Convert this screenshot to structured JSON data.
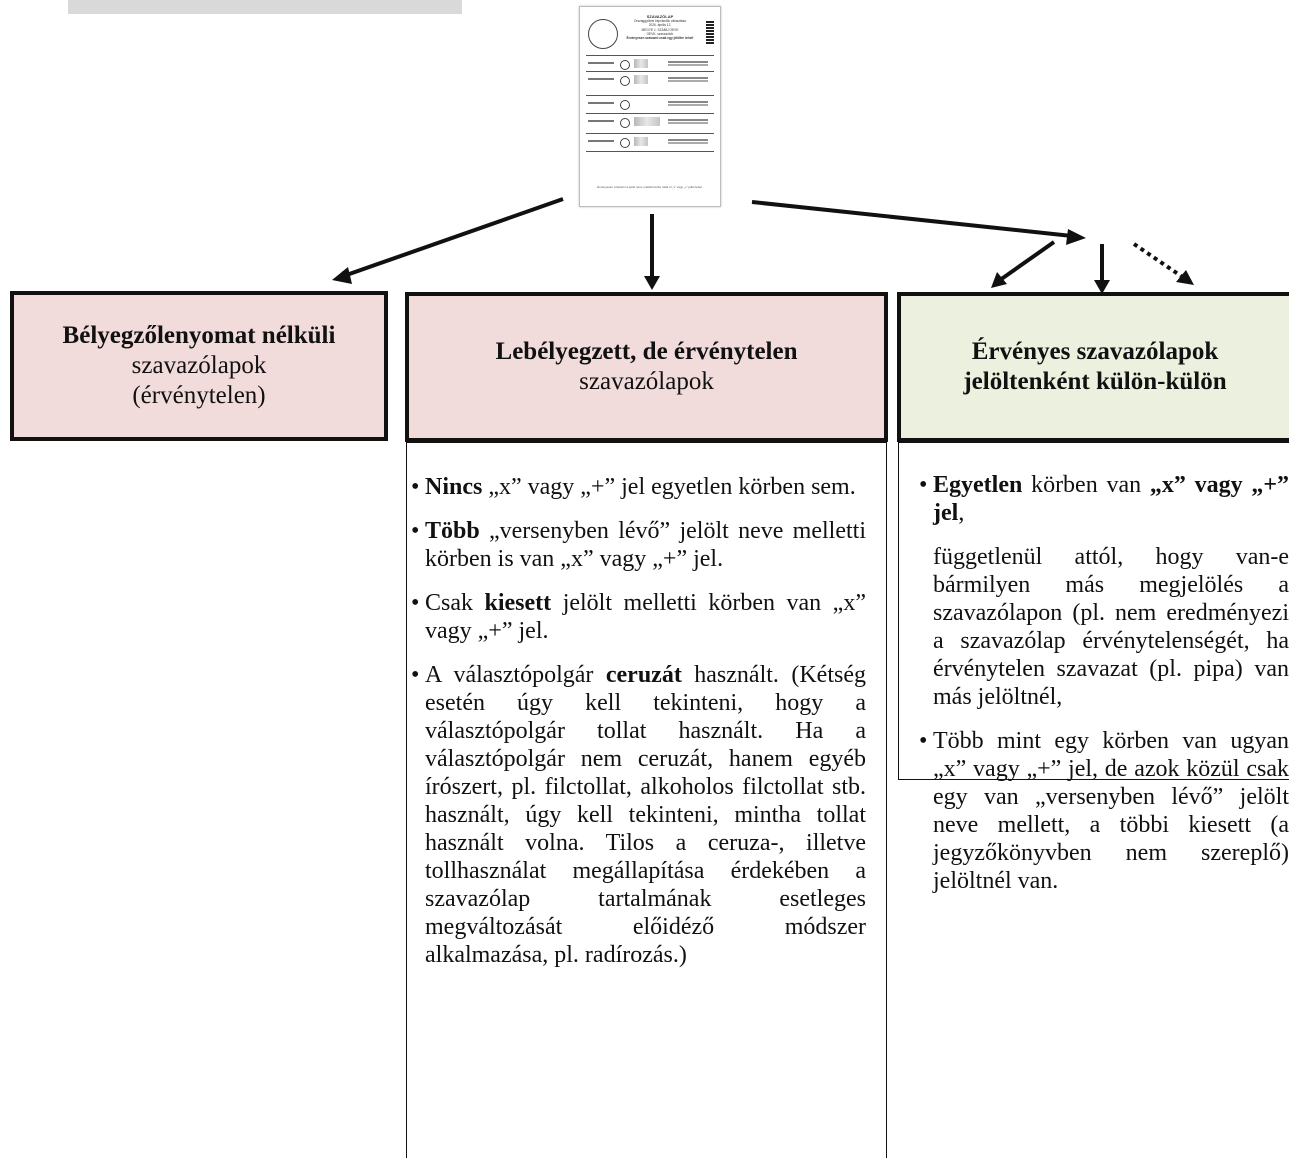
{
  "ballot": {
    "title": "SZAVAZÓLAP",
    "lines": [
      "Országgyűlési képviselők választása",
      "2026. április 12.",
      "MEGYE 1. SZÁMÚ OEVK",
      "OEVK, szavazókör",
      "Érvényesen szavazni csak egy jelöltre lehet!"
    ],
    "footer": "Érvényesen szavazni a jelölt neve melletti körbe tollal írt „x” vagy „+” jellel lehet."
  },
  "boxes": {
    "no_stamp": {
      "bold": "Bélyegzőlenyomat nélküli",
      "line2": "szavazólapok",
      "line3": "(érvénytelen)"
    },
    "stamped_invalid": {
      "bold": "Lebélyegzett, de érvénytelen",
      "line2": "szavazólapok"
    },
    "valid": {
      "line1": "Érvényes szavazólapok",
      "line2": "jelöltenként külön-külön"
    }
  },
  "invalid_items": [
    {
      "bold": "Nincs",
      "rest": " „x” vagy „+” jel egyetlen körben sem."
    },
    {
      "bold": "Több",
      "rest": " „versenyben lévő” jelölt neve melletti körben is van „x” vagy „+” jel."
    },
    {
      "pre": "Csak ",
      "bold": "kiesett",
      "rest": " jelölt melletti körben van „x” vagy „+” jel."
    },
    {
      "pre": "A választópolgár ",
      "bold": "ceruzát",
      "rest": " használt. (Kétség esetén úgy kell tekinteni, hogy a választópolgár tollat használt. Ha a választópolgár nem ceruzát, hanem egyéb írószert, pl. filctollat, alkoholos filctollat stb. használt, úgy kell tekinteni, mintha tollat használt volna. Tilos a ceruza-, illetve tollhasználat megállapítása érdekében a szavazólap tartalmának esetleges megváltozását előidéző módszer alkalmazása, pl. radírozás.)"
    }
  ],
  "valid_items": {
    "item1_bold": "Egyetlen",
    "item1_mid": " körben van ",
    "item1_bold2": "„x” vagy „+” jel",
    "item1_end": ",",
    "para": "függetlenül attól, hogy van-e bármilyen más megjelölés a szavazólapon (pl. nem eredményezi a szavazólap érvénytelenségét, ha érvénytelen szavazat (pl. pipa) van más jelöltnél,",
    "item2": "Több mint egy körben van ugyan „x” vagy „+” jel, de azok közül csak egy van „versenyben lévő” jelölt neve mellett, a többi kiesett (a jegyzőkönyvben nem szereplő) jelöltnél van."
  },
  "bullet": "•"
}
